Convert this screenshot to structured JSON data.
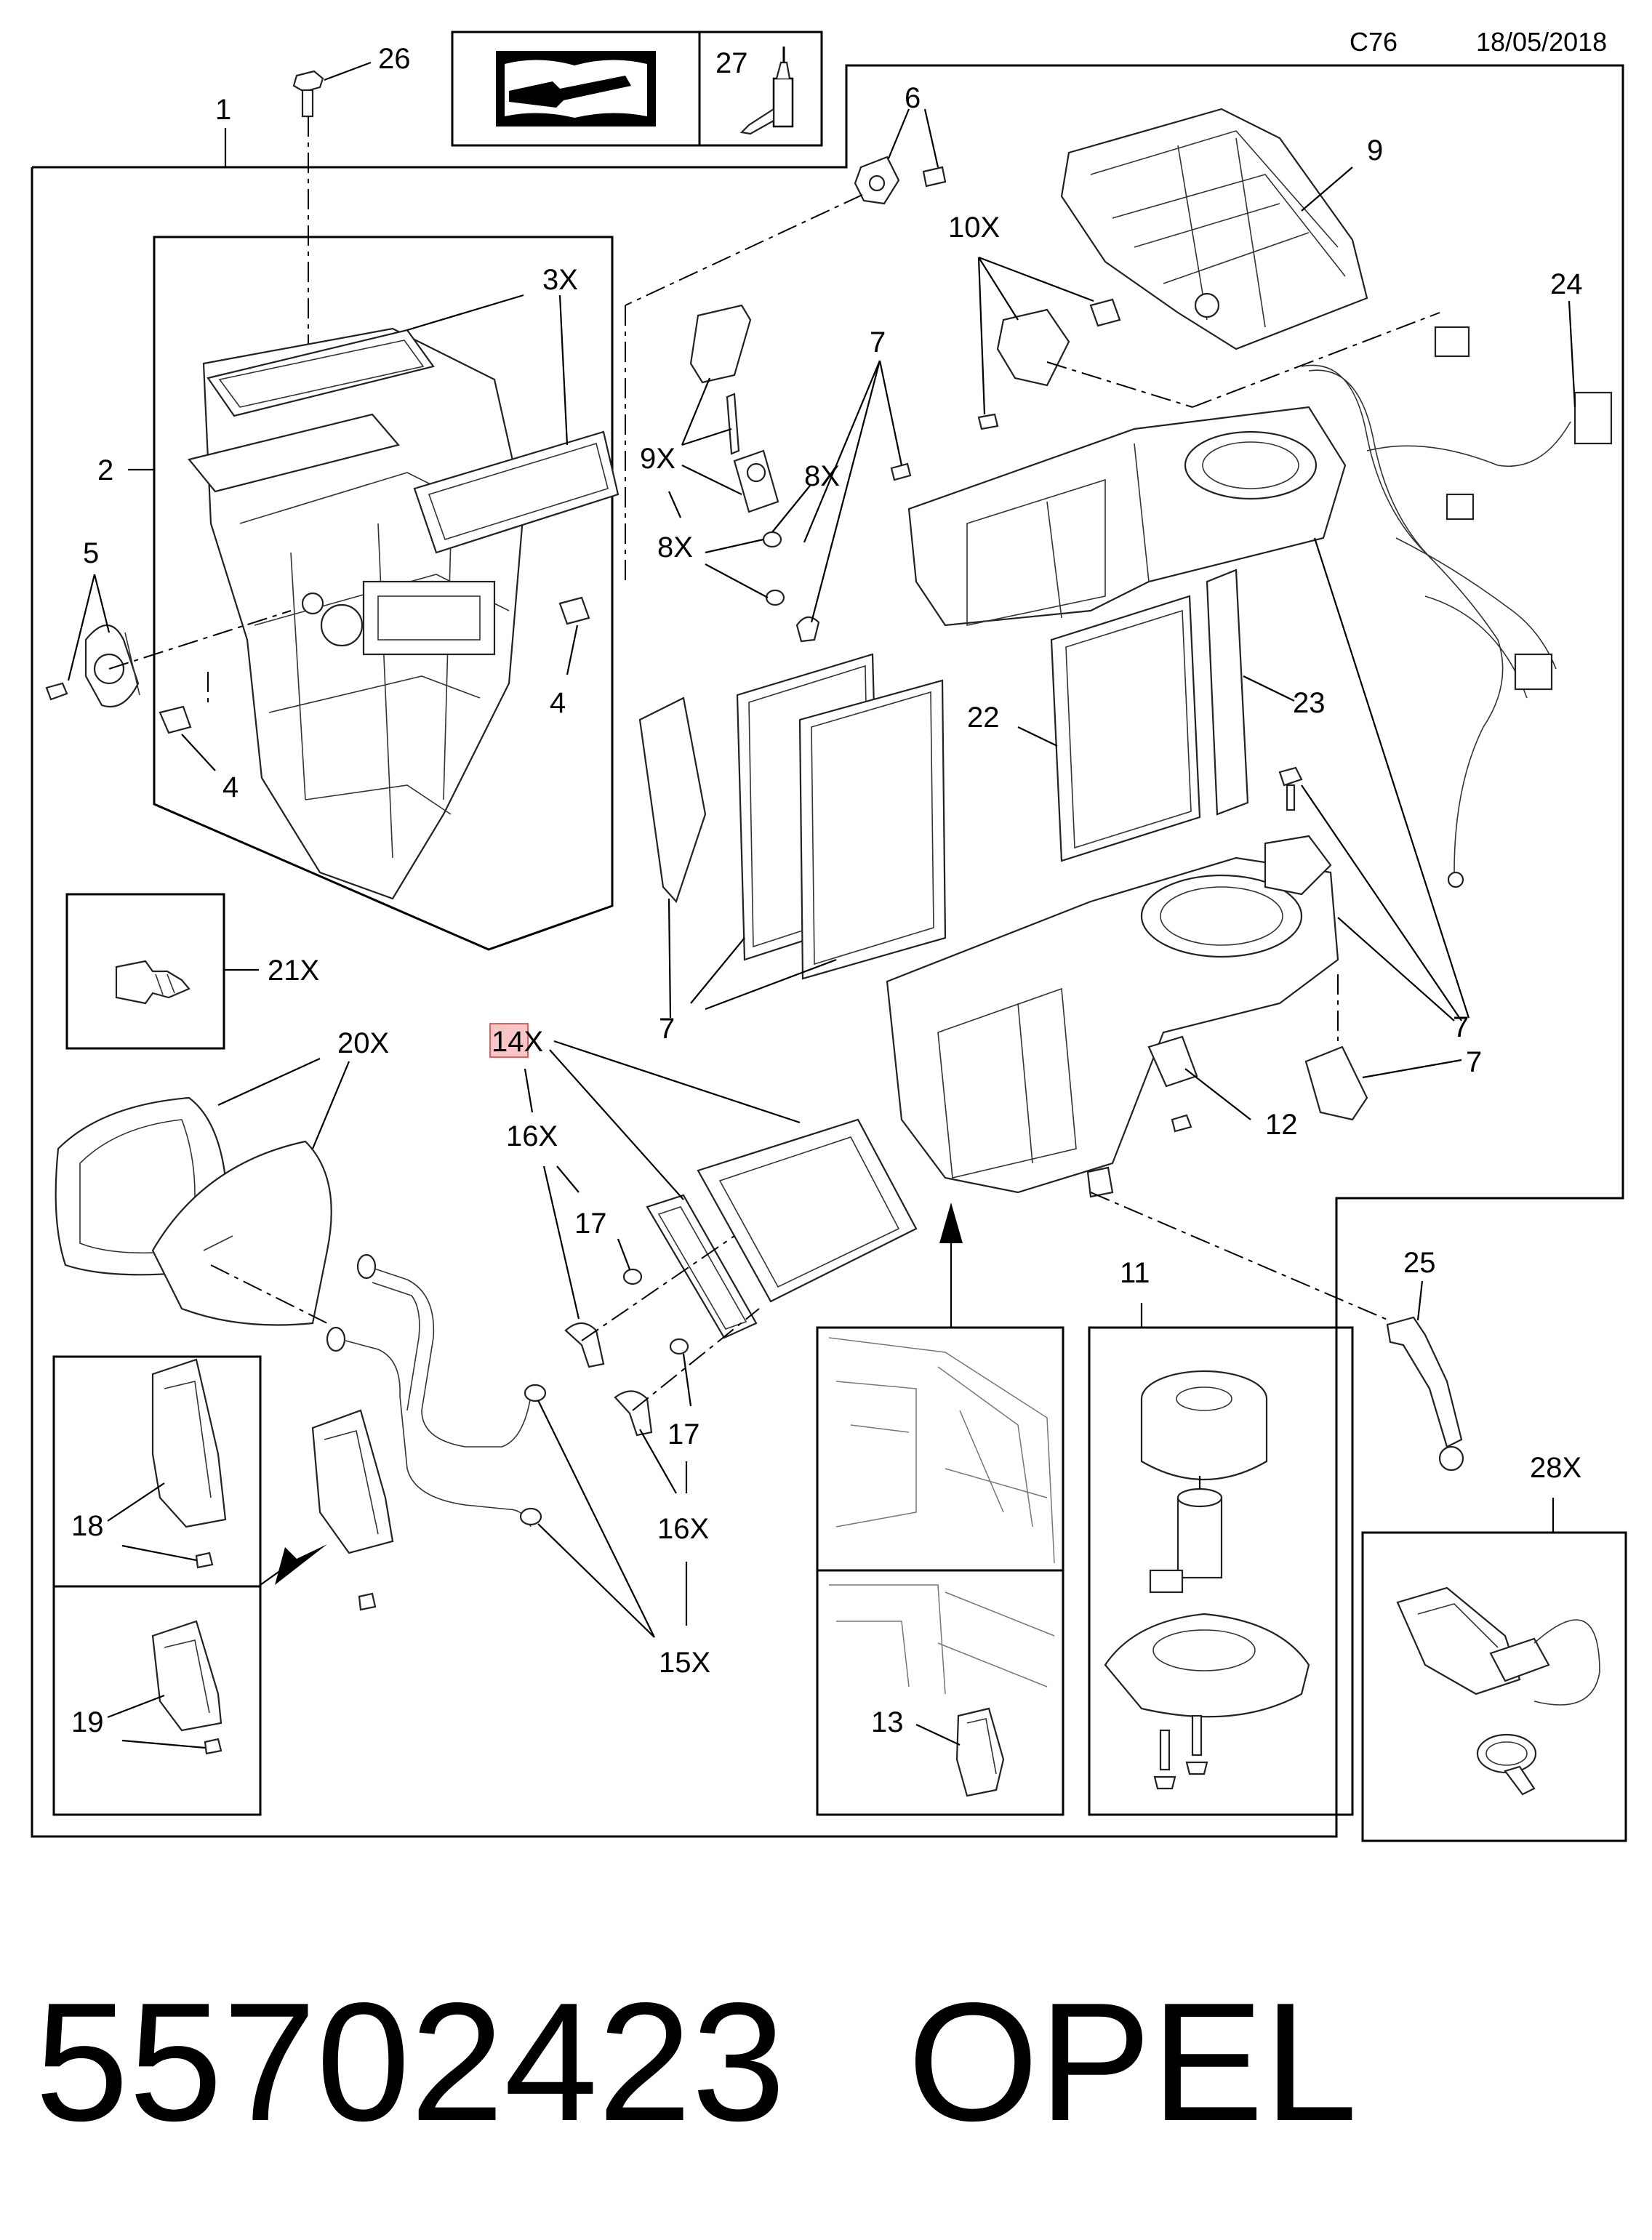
{
  "header": {
    "code": "C76",
    "date": "18/05/2018"
  },
  "footer": {
    "part_number": "55702423",
    "brand": "OPEL"
  },
  "callouts": {
    "c1": "1",
    "c2": "2",
    "c3x": "3X",
    "c4a": "4",
    "c4b": "4",
    "c5": "5",
    "c6": "6",
    "c7a": "7",
    "c7b": "7",
    "c7c": "7",
    "c7d": "7",
    "c8xa": "8X",
    "c8xb": "8X",
    "c9": "9",
    "c9x": "9X",
    "c10x": "10X",
    "c11": "11",
    "c12": "12",
    "c13": "13",
    "c14x": "14X",
    "c15x": "15X",
    "c16xa": "16X",
    "c16xb": "16X",
    "c17a": "17",
    "c17b": "17",
    "c18": "18",
    "c19": "19",
    "c20x": "20X",
    "c21x": "21X",
    "c22": "22",
    "c23": "23",
    "c24": "24",
    "c25": "25",
    "c26": "26",
    "c27": "27",
    "c28x": "28X"
  },
  "highlight": {
    "callout": "14X",
    "color": "#f08080"
  }
}
